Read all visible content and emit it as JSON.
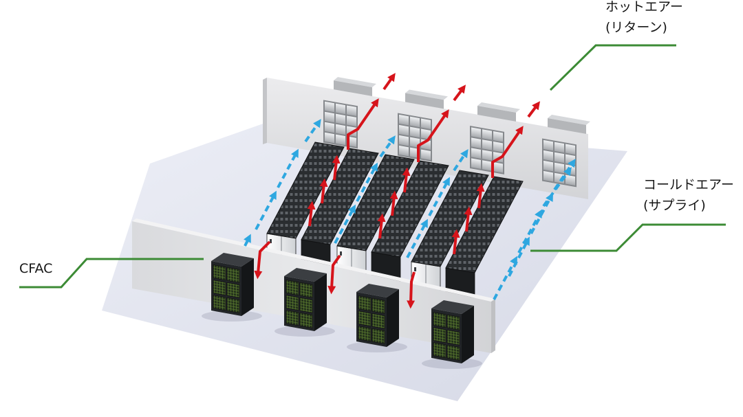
{
  "labels": {
    "hot_air": {
      "line1": "ホットエアー",
      "line2": "(リターン)"
    },
    "cold_air": {
      "line1": "コールドエアー",
      "line2": "(サプライ)"
    },
    "cfac": "CFAC"
  },
  "colors": {
    "hot_air_arrow": "#d6141b",
    "cold_air_arrow": "#2ea7e0",
    "leader_line": "#3c8b35",
    "floor": "#e3e6f0"
  }
}
